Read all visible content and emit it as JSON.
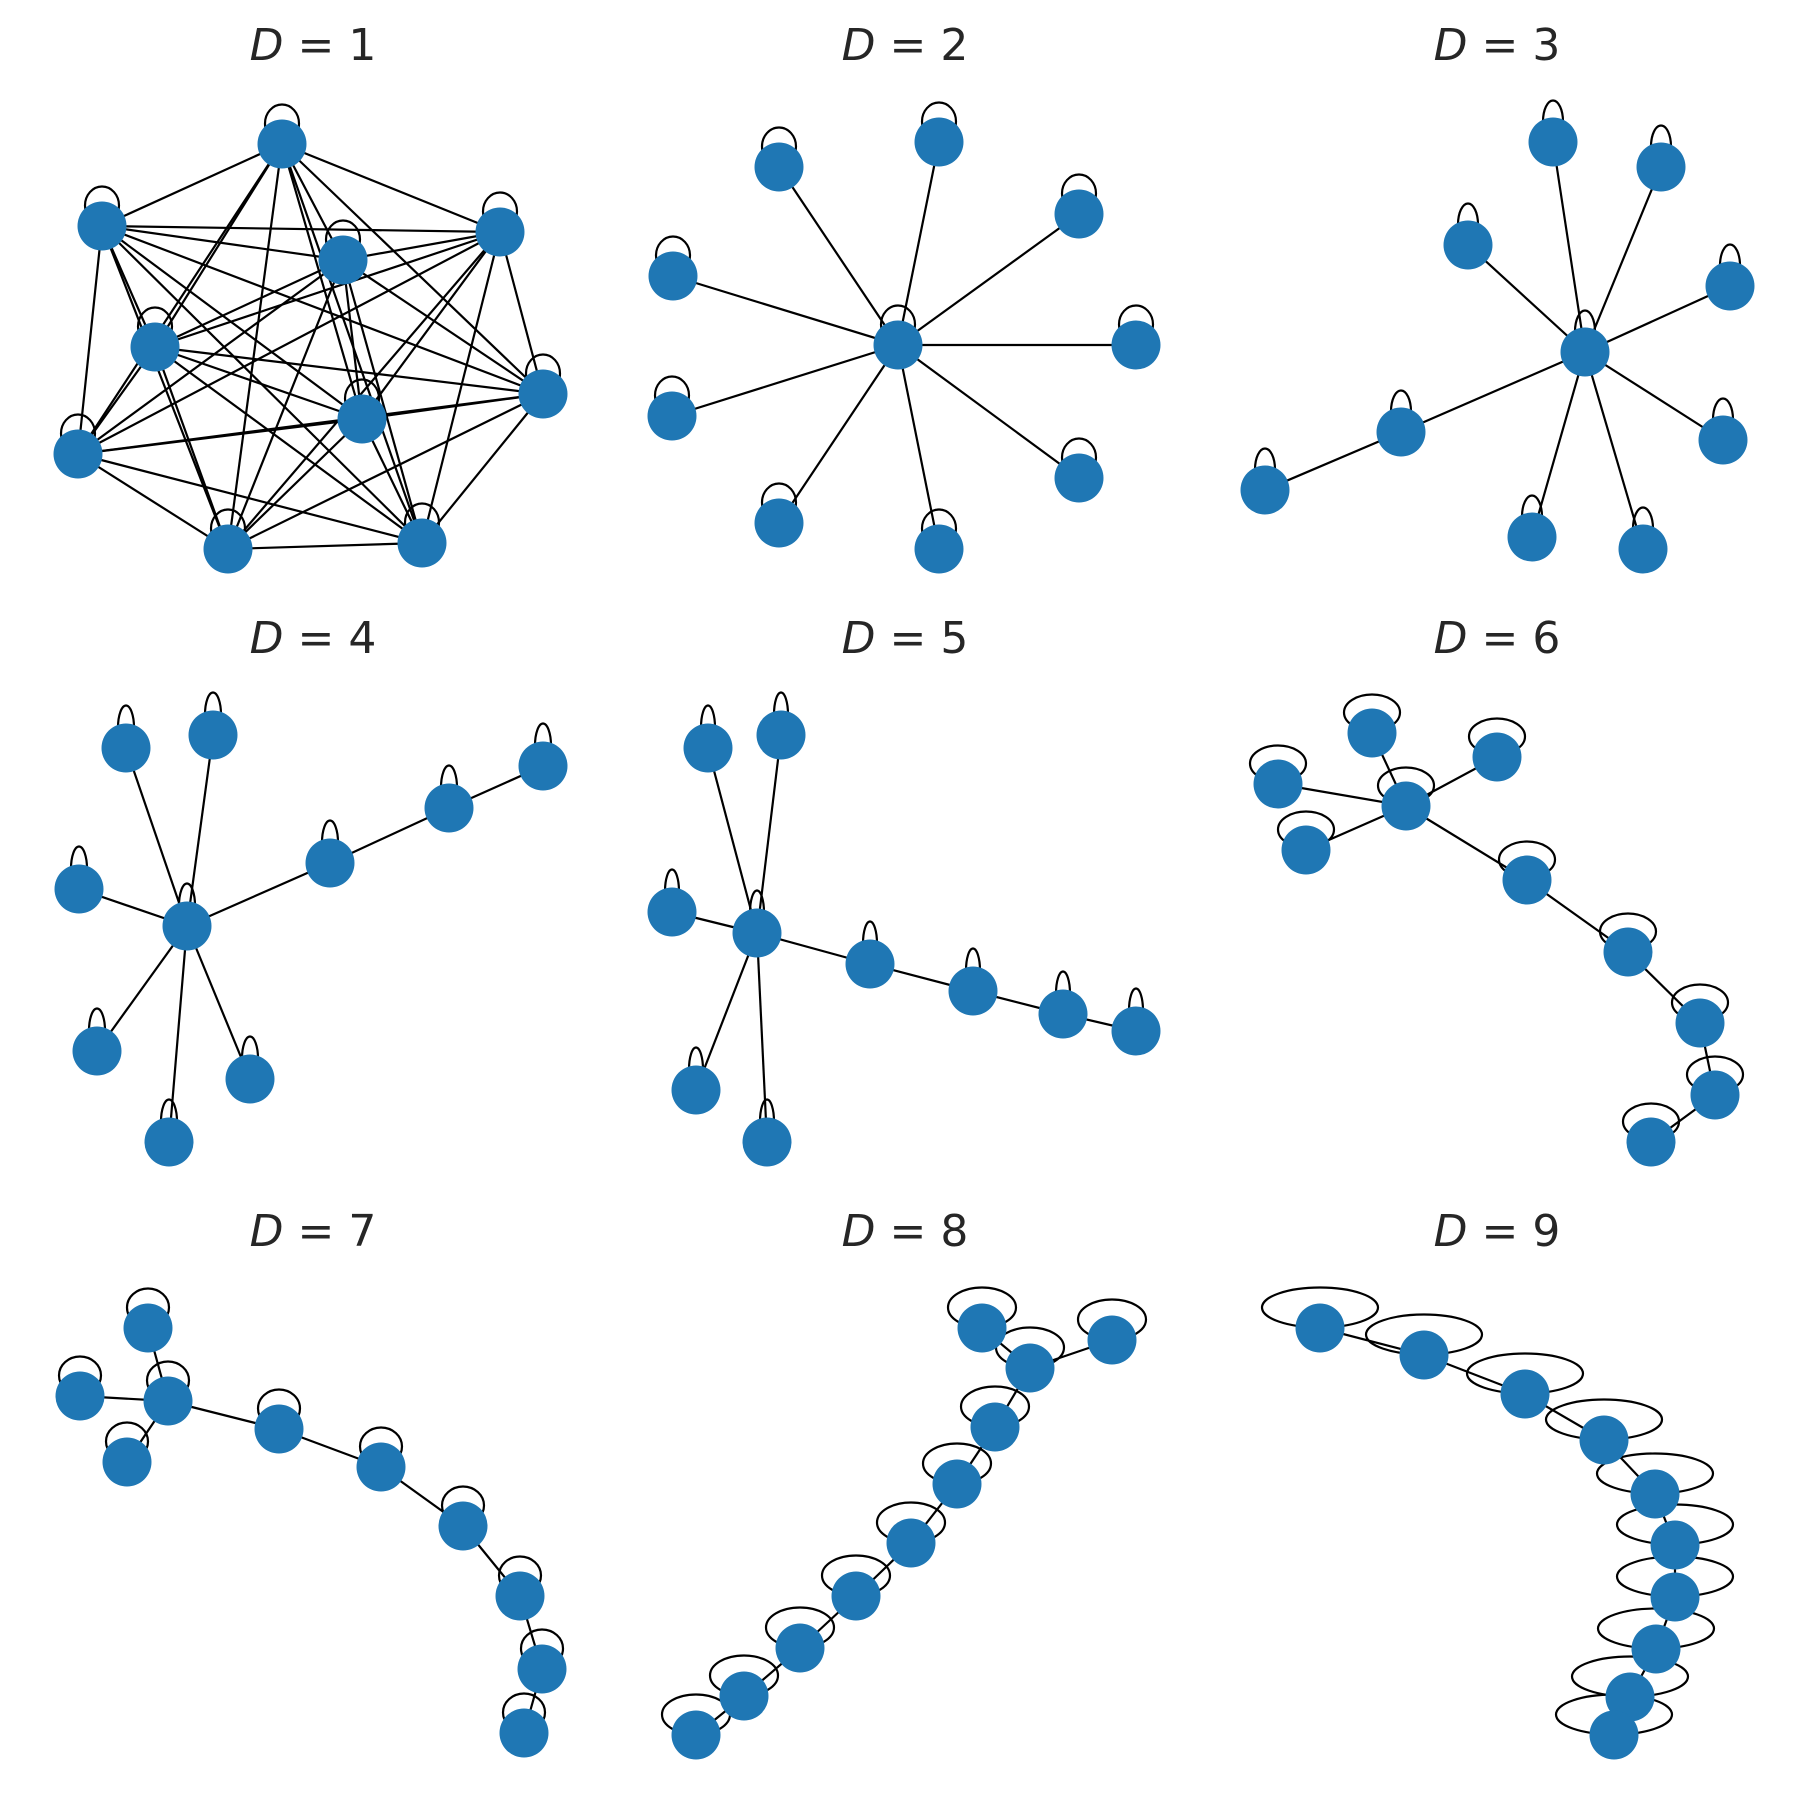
{
  "figure": {
    "node_color": "#1f77b4",
    "edge_color": "#000000",
    "title_color": "#262626",
    "panels": [
      {
        "id": "p1",
        "title_var": "D",
        "title_value": "1"
      },
      {
        "id": "p2",
        "title_var": "D",
        "title_value": "2"
      },
      {
        "id": "p3",
        "title_var": "D",
        "title_value": "3"
      },
      {
        "id": "p4",
        "title_var": "D",
        "title_value": "4"
      },
      {
        "id": "p5",
        "title_var": "D",
        "title_value": "5"
      },
      {
        "id": "p6",
        "title_var": "D",
        "title_value": "6"
      },
      {
        "id": "p7",
        "title_var": "D",
        "title_value": "7"
      },
      {
        "id": "p8",
        "title_var": "D",
        "title_value": "8"
      },
      {
        "id": "p9",
        "title_var": "D",
        "title_value": "9"
      }
    ]
  }
}
